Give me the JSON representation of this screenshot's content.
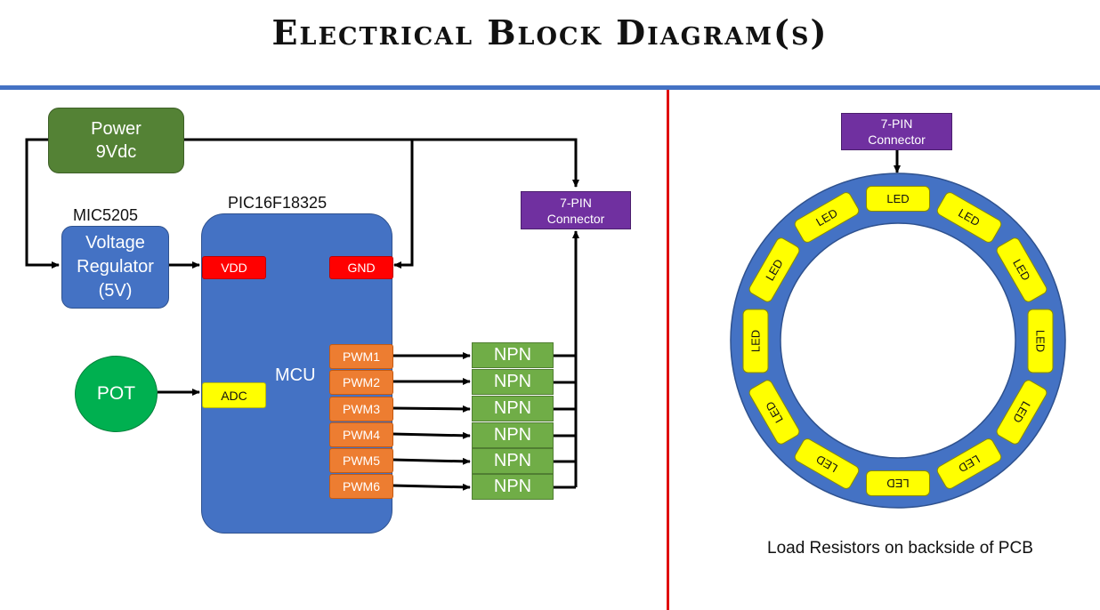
{
  "title": "Electrical Block Diagram(s)",
  "power": {
    "line1": "Power",
    "line2": "9Vdc"
  },
  "regulator": {
    "part": "MIC5205",
    "line1": "Voltage",
    "line2": "Regulator",
    "line3": "(5V)"
  },
  "mcu": {
    "part": "PIC16F18325",
    "label": "MCU",
    "pins": {
      "vdd": "VDD",
      "gnd": "GND",
      "adc": "ADC"
    },
    "pwm": [
      "PWM1",
      "PWM2",
      "PWM3",
      "PWM4",
      "PWM5",
      "PWM6"
    ]
  },
  "pot": "POT",
  "npn": [
    "NPN",
    "NPN",
    "NPN",
    "NPN",
    "NPN",
    "NPN"
  ],
  "connector_left": {
    "line1": "7-PIN",
    "line2": "Connector"
  },
  "connector_right": {
    "line1": "7-PIN",
    "line2": "Connector"
  },
  "ring": {
    "led_label": "LED",
    "led_count": 12,
    "ring_color": "#4472c4",
    "led_color": "#ffff00"
  },
  "note": "Load Resistors on backside of PCB",
  "colors": {
    "rule": "#4472c4",
    "separator": "#e01010",
    "power": "#548235",
    "regulator": "#4472c4",
    "mcu": "#4472c4",
    "pin_power": "#ff0000",
    "pin_adc": "#ffff00",
    "pin_pwm": "#ed7d31",
    "npn": "#70ad47",
    "pot": "#00b050",
    "connector": "#7030a0"
  }
}
